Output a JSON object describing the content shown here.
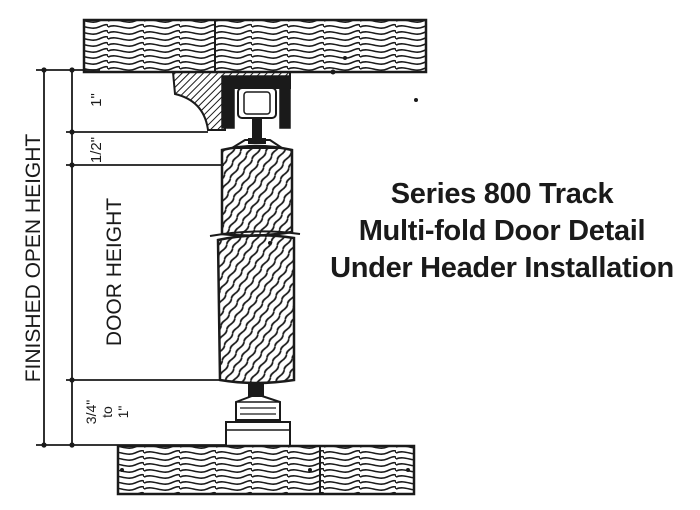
{
  "title": {
    "line1": "Series 800 Track",
    "line2": "Multi-fold Door Detail",
    "line3": "Under Header Installation"
  },
  "dimensions": {
    "finished_open_height": "FINISHED OPEN HEIGHT",
    "door_height": "DOOR HEIGHT",
    "top_clearance": "1\"",
    "carrier_gap": "1/2\"",
    "bottom_clearance_top": "3/4\"",
    "bottom_clearance_mid": "to",
    "bottom_clearance_bot": "1\""
  },
  "colors": {
    "ink": "#1a1a1a",
    "paper": "#ffffff"
  }
}
